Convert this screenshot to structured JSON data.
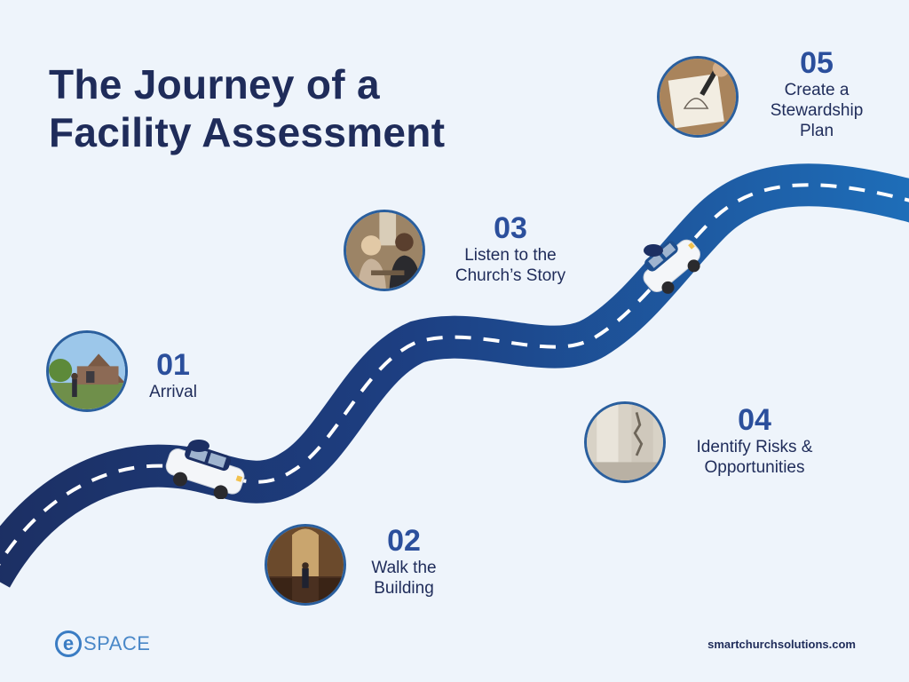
{
  "title": {
    "line1": "The Journey of a",
    "line2": "Facility Assessment"
  },
  "steps": [
    {
      "number": "01",
      "label": "Arrival",
      "image": "church-exterior-photo"
    },
    {
      "number": "02",
      "label": "Walk the\nBuilding",
      "image": "church-interior-photo"
    },
    {
      "number": "03",
      "label": "Listen to the\nChurch’s Story",
      "image": "conversation-photo"
    },
    {
      "number": "04",
      "label": "Identify Risks &\nOpportunities",
      "image": "cracked-column-photo"
    },
    {
      "number": "05",
      "label": "Create a\nStewardship\nPlan",
      "image": "sketching-plan-photo"
    }
  ],
  "logo": {
    "mark": "e",
    "text": "SPACE"
  },
  "website": "smartchurchsolutions.com",
  "colors": {
    "background": "#eef4fb",
    "navy": "#1f2c5a",
    "road_dark": "#1c2f63",
    "road_light": "#1e6fba",
    "accent_blue": "#2b4f9c"
  },
  "icons": [
    "car-icon",
    "car-icon"
  ]
}
